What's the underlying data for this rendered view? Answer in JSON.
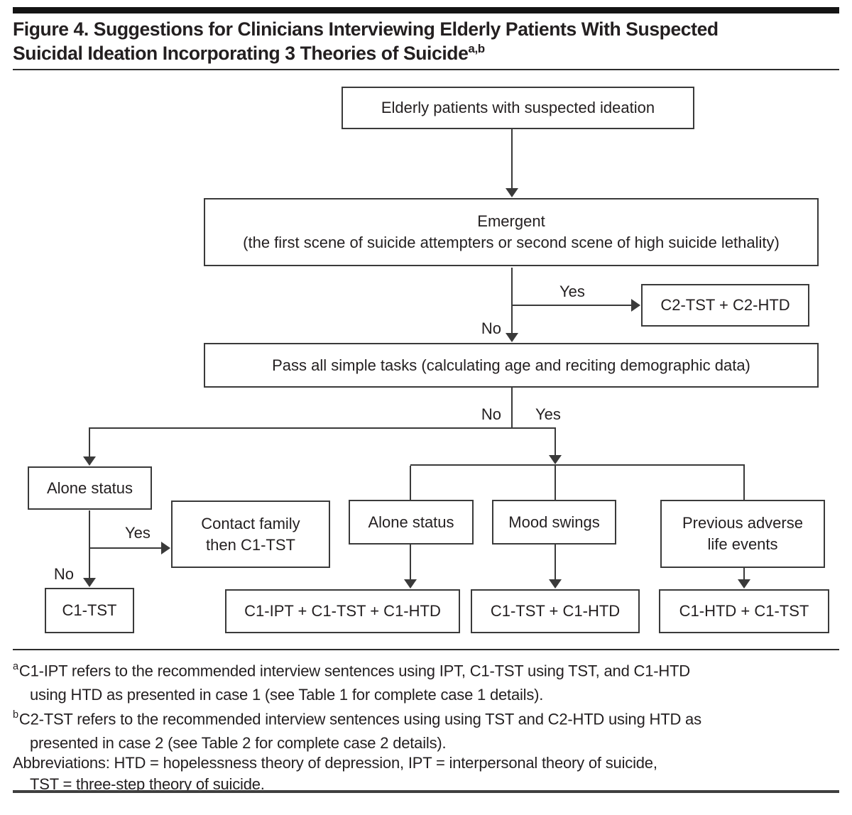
{
  "colors": {
    "ink": "#231f20",
    "line": "#3a3a3a",
    "bar": "#141414",
    "bg": "#ffffff"
  },
  "header": {
    "title_line1": "Figure 4. Suggestions for Clinicians Interviewing Elderly Patients With Suspected",
    "title_line2": "Suicidal Ideation Incorporating 3 Theories of Suicide",
    "title_superscript": "a,b"
  },
  "flowchart": {
    "nodes": {
      "start": "Elderly patients with suspected ideation",
      "emergent_title": "Emergent",
      "emergent_subtitle": "(the first scene of suicide attempters or second scene of high suicide lethality)",
      "c2_plan": "C2-TST + C2-HTD",
      "pass_tasks": "Pass all simple tasks (calculating age and reciting demographic data)",
      "alone_status_left": "Alone status",
      "contact_family_line1": "Contact family",
      "contact_family_line2": "then C1-TST",
      "c1_tst": "C1-TST",
      "alone_status_right": "Alone status",
      "mood_swings": "Mood swings",
      "previous_adverse_line1": "Previous adverse",
      "previous_adverse_line2": "life events",
      "plan_ipt_tst_htd": "C1-IPT + C1-TST + C1-HTD",
      "plan_tst_htd": "C1-TST + C1-HTD",
      "plan_htd_tst": "C1-HTD + C1-TST"
    },
    "labels": {
      "emergent_yes": "Yes",
      "emergent_no": "No",
      "pass_no": "No",
      "pass_yes": "Yes",
      "alone_yes": "Yes",
      "alone_no": "No"
    },
    "edges": [
      {
        "from": "start",
        "to": "emergent"
      },
      {
        "from": "emergent",
        "to": "c2_plan",
        "label": "Yes"
      },
      {
        "from": "emergent",
        "to": "pass_tasks",
        "label": "No"
      },
      {
        "from": "pass_tasks",
        "to": "alone_status_left",
        "label": "No"
      },
      {
        "from": "pass_tasks",
        "to": "yes_branch",
        "label": "Yes"
      },
      {
        "from": "alone_status_left",
        "to": "contact_family",
        "label": "Yes"
      },
      {
        "from": "alone_status_left",
        "to": "c1_tst",
        "label": "No"
      },
      {
        "from": "yes_branch",
        "to": "alone_status_right"
      },
      {
        "from": "yes_branch",
        "to": "mood_swings"
      },
      {
        "from": "yes_branch",
        "to": "previous_adverse"
      },
      {
        "from": "alone_status_right",
        "to": "plan_ipt_tst_htd"
      },
      {
        "from": "mood_swings",
        "to": "plan_tst_htd"
      },
      {
        "from": "previous_adverse",
        "to": "plan_htd_tst"
      }
    ]
  },
  "footnotes": {
    "a_sup": "a",
    "a_line1": "C1-IPT refers to the recommended interview sentences using IPT, C1-TST using TST, and C1-HTD",
    "a_line2": "using HTD as presented in case 1 (see Table 1 for complete case 1 details).",
    "b_sup": "b",
    "b_line1": "C2-TST refers to the recommended interview sentences using using TST and C2-HTD using HTD as",
    "b_line2": "presented in case 2 (see Table 2 for complete case 2 details).",
    "abbrev_line1": "Abbreviations: HTD = hopelessness theory of depression, IPT = interpersonal theory of suicide,",
    "abbrev_line2": "TST = three-step theory of suicide."
  }
}
